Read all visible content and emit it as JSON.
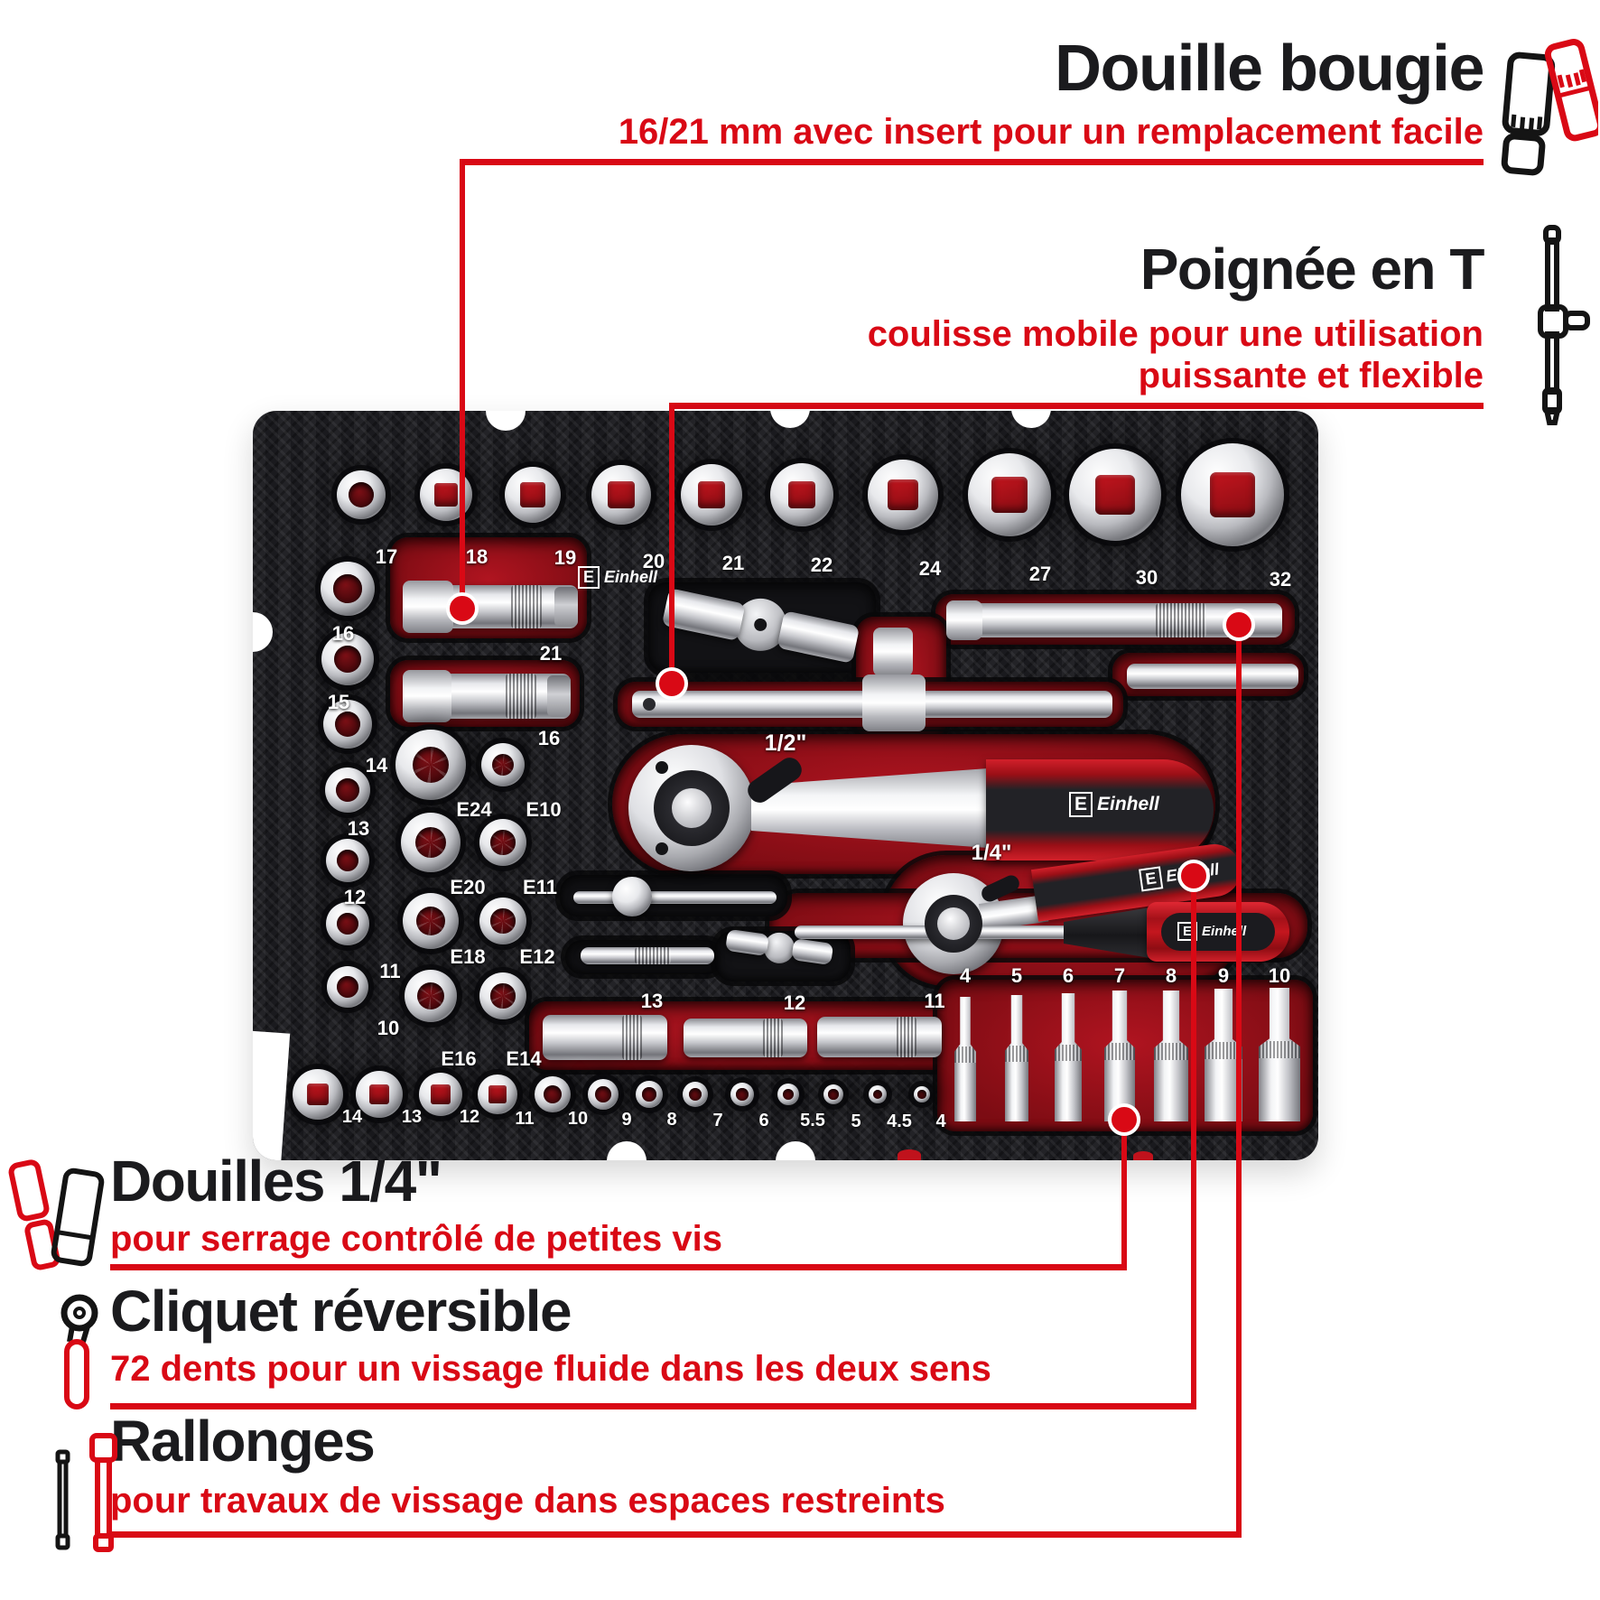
{
  "colors": {
    "accent_red": "#d90915",
    "heading": "#1b1b1e",
    "foam_red": "#a01019"
  },
  "annotations": {
    "douille_bougie": {
      "title": "Douille bougie",
      "subtitle": "16/21 mm avec insert pour un remplacement facile"
    },
    "poignee_en_t": {
      "title": "Poignée en T",
      "subtitle_line1": "coulisse mobile pour une utilisation",
      "subtitle_line2": "puissante et flexible"
    },
    "douilles_quart": {
      "title": "Douilles 1/4\"",
      "subtitle": "pour serrage contrôlé de petites vis"
    },
    "cliquet": {
      "title": "Cliquet réversible",
      "subtitle": "72 dents pour un vissage fluide dans les deux sens"
    },
    "rallonges": {
      "title": "Rallonges",
      "subtitle": "pour travaux de vissage dans espaces restreints"
    }
  },
  "tray": {
    "brand": "Einhell",
    "brand_initial": "E",
    "top_row_labels": [
      "17",
      "18",
      "19",
      "20",
      "21",
      "22",
      "24",
      "27",
      "30",
      "32"
    ],
    "left_column_labels": [
      "16",
      "15",
      "14",
      "13",
      "12",
      "11",
      "10"
    ],
    "spark_plug_labels": [
      "21",
      "16"
    ],
    "etorx_labels": [
      "E24",
      "E10",
      "E20",
      "E11",
      "E18",
      "E12",
      "E16",
      "E14"
    ],
    "drive_labels": [
      "1/2\"",
      "1/4\""
    ],
    "deep_socket_labels": [
      "13",
      "12",
      "11"
    ],
    "right_column_labels": [
      "4",
      "5",
      "6",
      "7",
      "8",
      "9",
      "10"
    ],
    "bottom_row_labels": [
      "14",
      "13",
      "12",
      "11",
      "10",
      "9",
      "8",
      "7",
      "6",
      "5.5",
      "5",
      "4.5",
      "4"
    ]
  }
}
